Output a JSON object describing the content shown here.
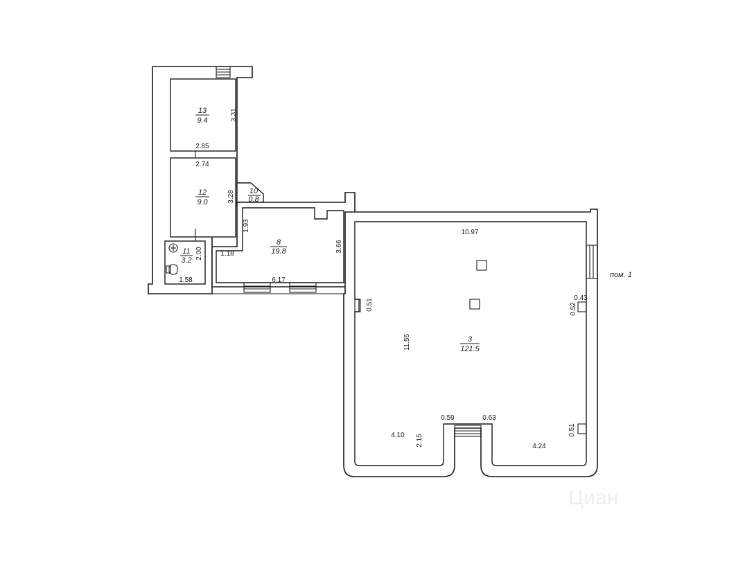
{
  "colors": {
    "line": "#1a1a1a",
    "paper": "#ffffff",
    "watermark": "#eeeeee"
  },
  "rooms": [
    {
      "id": "13",
      "number": "13",
      "area": "9.4"
    },
    {
      "id": "12",
      "number": "12",
      "area": "9.0"
    },
    {
      "id": "11",
      "number": "11",
      "area": "3.2"
    },
    {
      "id": "10",
      "number": "10",
      "area": "0.8"
    },
    {
      "id": "8",
      "number": "8",
      "area": "19.8"
    },
    {
      "id": "3",
      "number": "3",
      "area": "121.5"
    }
  ],
  "dimensions": {
    "d13_height": "3.31",
    "d13_width": "2.85",
    "d12_width": "2.74",
    "d12_height": "3.28",
    "d11_height": "2.00",
    "d11_width": "1.58",
    "d8_left_height": "1.93",
    "d8_step": "1.18",
    "d8_right_height": "3.66",
    "d8_width": "6.17",
    "d3_top_width": "10.97",
    "d3_left_niche": "0.51",
    "d3_left_height": "11.55",
    "d3_right_pillar_w": "0.43",
    "d3_right_pillar_h": "0.52",
    "d3_bottom_left_width": "4.10",
    "d3_bottom_left_height": "2.15",
    "d3_door_left": "0.59",
    "d3_door_right": "0.63",
    "d3_bottom_right_width": "4.24",
    "d3_right_low_pillar_h": "0.51"
  },
  "premises_label": "пом. 1",
  "watermark": "Циан"
}
